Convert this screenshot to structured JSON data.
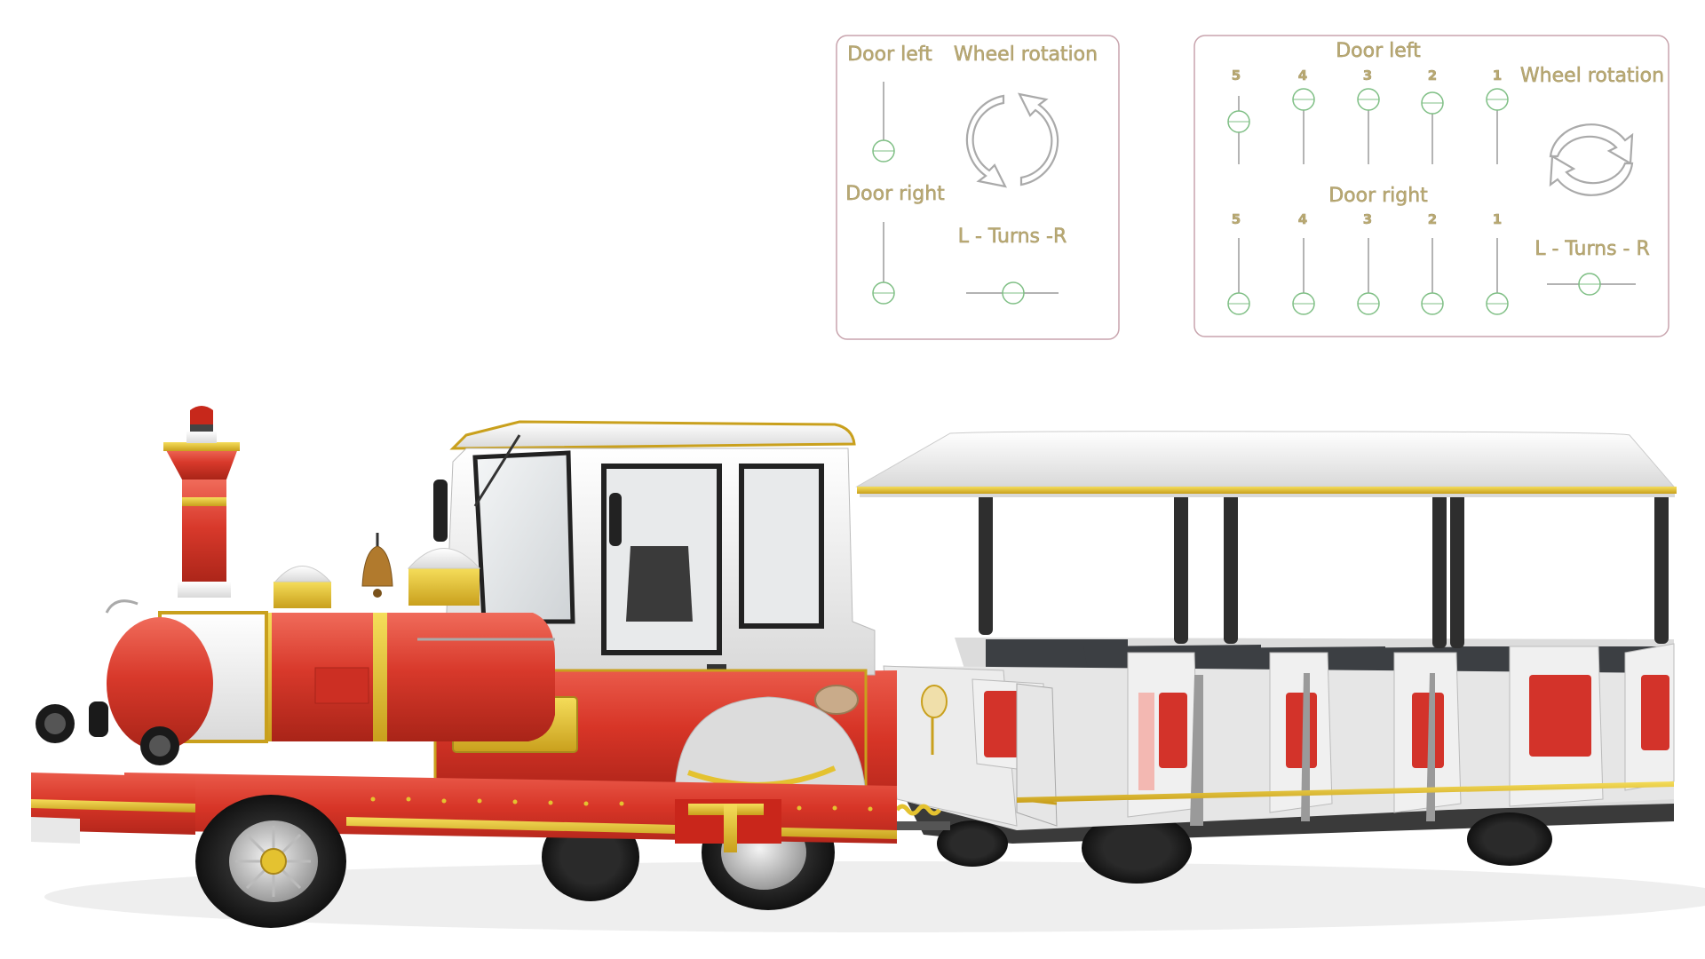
{
  "panel_locomotive": {
    "door_left_label": "Door left",
    "wheel_rotation_label": "Wheel rotation",
    "door_right_label": "Door right",
    "turns_label": "L - Turns -R"
  },
  "panel_carriage": {
    "door_left_label": "Door left",
    "wheel_rotation_label": "Wheel rotation",
    "door_right_label": "Door right",
    "turns_label": "L - Turns - R",
    "door_numbers": [
      "5",
      "4",
      "3",
      "2",
      "1"
    ]
  },
  "colors": {
    "panel_border": "#c8a4ad",
    "slider_green": "#7fbf85",
    "label_gold": "#b8a872",
    "train_red": "#d93a2c",
    "train_gold": "#e4c230",
    "train_white": "#f2f2f2"
  }
}
